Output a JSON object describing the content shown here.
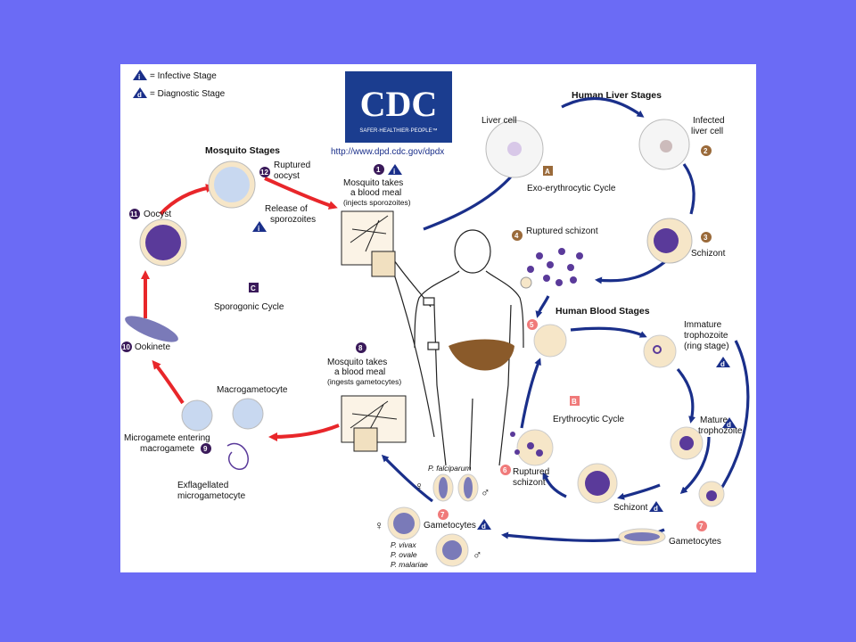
{
  "legend": {
    "infective_symbol": "i",
    "infective_label": "= Infective Stage",
    "diagnostic_symbol": "d",
    "diagnostic_label": "= Diagnostic Stage"
  },
  "logo": {
    "text": "CDC",
    "tagline": "SAFER·HEALTHIER·PEOPLE™",
    "url": "http://www.dpd.cdc.gov/dpdx"
  },
  "sections": {
    "liver_title": "Human Liver Stages",
    "blood_title": "Human Blood Stages",
    "mosquito_title": "Mosquito Stages"
  },
  "cycles": {
    "A": {
      "letter": "A",
      "name": "Exo-erythrocytic Cycle",
      "color": "#9a6a3a"
    },
    "B": {
      "letter": "B",
      "name": "Erythrocytic Cycle",
      "color": "#f07a7a"
    },
    "C": {
      "letter": "C",
      "name": "Sporogonic Cycle",
      "color": "#3a1a5a"
    }
  },
  "stages": {
    "s1": {
      "num": "1",
      "line1": "Mosquito takes",
      "line2": "a blood meal",
      "line3": "(injects sporozoites)"
    },
    "s2": {
      "num": "2",
      "line1": "Infected",
      "line2": "liver cell"
    },
    "liver_cell": "Liver cell",
    "s3": {
      "num": "3",
      "label": "Schizont"
    },
    "s4": {
      "num": "4",
      "label": "Ruptured schizont"
    },
    "s5": {
      "num": "5"
    },
    "immature": {
      "line1": "Immature",
      "line2": "trophozoite",
      "line3": "(ring stage)"
    },
    "mature": {
      "line1": "Mature",
      "line2": "trophozoite"
    },
    "schizont_blood": "Schizont",
    "s6": {
      "num": "6",
      "line1": "Ruptured",
      "line2": "schizont"
    },
    "s7": {
      "num": "7",
      "label": "Gametocytes"
    },
    "s7b": {
      "num": "7",
      "label": "Gametocytes"
    },
    "s8": {
      "num": "8",
      "line1": "Mosquito takes",
      "line2": "a blood meal",
      "line3": "(ingests gametocytes)"
    },
    "s9": {
      "num": "9",
      "line1": "Microgamete entering",
      "line2": "macrogamete"
    },
    "macrogametocyte": "Macrogametocyte",
    "exflag": {
      "line1": "Exflagellated",
      "line2": "microgametocyte"
    },
    "s10": {
      "num": "10",
      "label": "Ookinete"
    },
    "s11": {
      "num": "11",
      "label": "Oocyst"
    },
    "s12": {
      "num": "12",
      "line1": "Ruptured",
      "line2": "oocyst"
    },
    "release": {
      "line1": "Release of",
      "line2": "sporozoites"
    }
  },
  "species": {
    "falciparum": "P. falciparum",
    "vivax": "P. vivax",
    "ovale": "P. ovale",
    "malariae": "P. malariae"
  },
  "sex_symbols": {
    "female": "♀",
    "male": "♂"
  },
  "colors": {
    "background": "#6b6bf5",
    "blue_arrow": "#1a2f8a",
    "red_arrow": "#e8262a",
    "cell_fill": "#f6e6c8",
    "parasite": "#5a3a9a",
    "badge_dark": "#3a1a5a",
    "badge_red": "#f07a7a",
    "badge_brown": "#9a6a3a"
  }
}
